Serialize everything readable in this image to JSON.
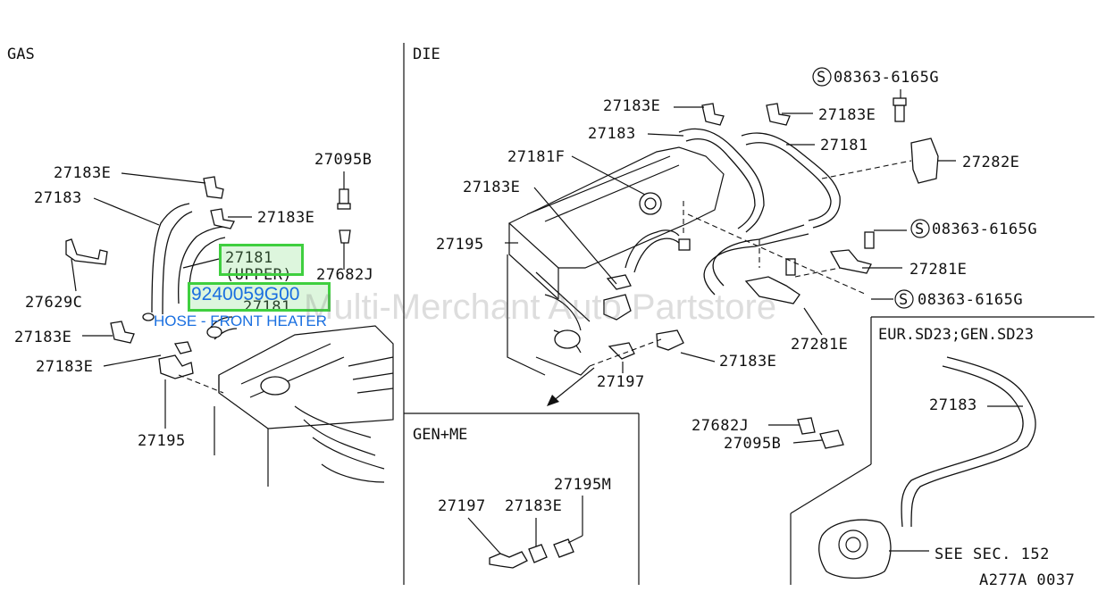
{
  "sections": {
    "gas": "GAS",
    "die": "DIE",
    "gen_me": "GEN+ME",
    "eur": "EUR.SD23;GEN.SD23"
  },
  "gas_labels": {
    "l_27183E_a": "27183E",
    "l_27183": "27183",
    "l_27095B": "27095B",
    "l_27183E_b": "27183E",
    "l_27181": "27181",
    "l_upper": "(UPPER)",
    "l_27682J": "27682J",
    "l_27629C": "27629C",
    "l_27181_b": "27181",
    "l_27183E_c": "27183E",
    "l_27183E_d": "27183E",
    "l_27195": "27195"
  },
  "die_labels": {
    "s1": "08363-6165G",
    "l_27183E_a": "27183E",
    "l_27183E_b": "27183E",
    "l_27183": "27183",
    "l_27181": "27181",
    "l_27181F": "27181F",
    "l_27282E": "27282E",
    "l_27183E_c": "27183E",
    "s2": "08363-6165G",
    "l_27195": "27195",
    "l_27281E_a": "27281E",
    "s3": "08363-6165G",
    "l_27281E_b": "27281E",
    "l_27183E_d": "27183E",
    "l_27197": "27197",
    "l_27682J": "27682J",
    "l_27095B": "27095B"
  },
  "s_mark": "S",
  "genme_labels": {
    "l_27195M": "27195M",
    "l_27197": "27197",
    "l_27183E": "27183E"
  },
  "eur_labels": {
    "l_27183": "27183",
    "see": "SEE SEC. 152",
    "code": "A277A 0037"
  },
  "highlight": {
    "part_number": "9240059G00",
    "description": "HOSE - FRONT HEATER"
  },
  "watermark": "Multi-Merchant Auto Partstore",
  "colors": {
    "highlight_border": "#3fcf3f",
    "highlight_text": "#1a6fe0"
  }
}
